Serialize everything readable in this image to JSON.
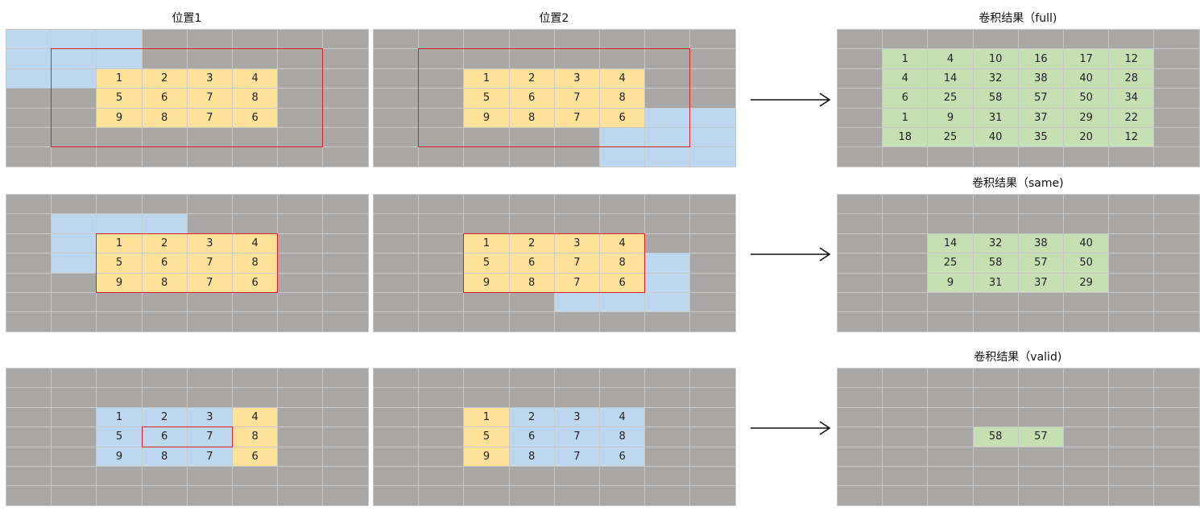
{
  "colors": {
    "background": "#a9a8a6",
    "gridline": "#c9c9c9",
    "input": "#fde198",
    "kernel": "#bdd7ee",
    "output": "#c6e0b4",
    "window": "#e0202a",
    "arrow": "#111111"
  },
  "rows": [
    {
      "panels": [
        {
          "title": "位置1",
          "overlays": [
            {
              "type": "kernel",
              "r0": 0,
              "c0": 0,
              "rows": 3,
              "cols": 3
            },
            {
              "type": "input",
              "r0": 2,
              "c0": 2,
              "values": [
                [
                  1,
                  2,
                  3,
                  4
                ],
                [
                  5,
                  6,
                  7,
                  8
                ],
                [
                  9,
                  8,
                  7,
                  6
                ]
              ]
            }
          ],
          "window": {
            "r0": 1,
            "c0": 1,
            "rows": 5,
            "cols": 6
          }
        },
        {
          "title": "位置2",
          "overlays": [
            {
              "type": "kernel",
              "r0": 4,
              "c0": 5,
              "rows": 3,
              "cols": 3
            },
            {
              "type": "input",
              "r0": 2,
              "c0": 2,
              "values": [
                [
                  1,
                  2,
                  3,
                  4
                ],
                [
                  5,
                  6,
                  7,
                  8
                ],
                [
                  9,
                  8,
                  7,
                  6
                ]
              ]
            }
          ],
          "window": {
            "r0": 1,
            "c0": 1,
            "rows": 5,
            "cols": 6
          }
        },
        {
          "title": "卷积结果（full)",
          "overlays": [
            {
              "type": "output",
              "r0": 1,
              "c0": 1,
              "values": [
                [
                  1,
                  4,
                  10,
                  16,
                  17,
                  12
                ],
                [
                  4,
                  14,
                  32,
                  38,
                  40,
                  28
                ],
                [
                  6,
                  25,
                  58,
                  57,
                  50,
                  34
                ],
                [
                  1,
                  9,
                  31,
                  37,
                  29,
                  22
                ],
                [
                  18,
                  25,
                  40,
                  35,
                  20,
                  12
                ]
              ]
            }
          ]
        }
      ]
    },
    {
      "panels": [
        {
          "title": "",
          "overlays": [
            {
              "type": "kernel",
              "r0": 1,
              "c0": 1,
              "rows": 3,
              "cols": 3
            },
            {
              "type": "input",
              "r0": 2,
              "c0": 2,
              "values": [
                [
                  1,
                  2,
                  3,
                  4
                ],
                [
                  5,
                  6,
                  7,
                  8
                ],
                [
                  9,
                  8,
                  7,
                  6
                ]
              ]
            }
          ],
          "window": {
            "r0": 2,
            "c0": 2,
            "rows": 3,
            "cols": 4
          }
        },
        {
          "title": "",
          "overlays": [
            {
              "type": "kernel",
              "r0": 3,
              "c0": 4,
              "rows": 3,
              "cols": 3
            },
            {
              "type": "input",
              "r0": 2,
              "c0": 2,
              "values": [
                [
                  1,
                  2,
                  3,
                  4
                ],
                [
                  5,
                  6,
                  7,
                  8
                ],
                [
                  9,
                  8,
                  7,
                  6
                ]
              ]
            }
          ],
          "window": {
            "r0": 2,
            "c0": 2,
            "rows": 3,
            "cols": 4
          }
        },
        {
          "title": "卷积结果（same)",
          "overlays": [
            {
              "type": "output",
              "r0": 2,
              "c0": 2,
              "values": [
                [
                  14,
                  32,
                  38,
                  40
                ],
                [
                  25,
                  58,
                  57,
                  50
                ],
                [
                  9,
                  31,
                  37,
                  29
                ]
              ]
            }
          ]
        }
      ]
    },
    {
      "panels": [
        {
          "title": "",
          "overlays": [
            {
              "type": "input",
              "r0": 2,
              "c0": 2,
              "values": [
                [
                  1,
                  2,
                  3,
                  4
                ],
                [
                  5,
                  6,
                  7,
                  8
                ],
                [
                  9,
                  8,
                  7,
                  6
                ]
              ]
            },
            {
              "type": "kernel",
              "r0": 2,
              "c0": 2,
              "rows": 3,
              "cols": 3
            }
          ],
          "window": {
            "r0": 3,
            "c0": 3,
            "rows": 1,
            "cols": 2
          }
        },
        {
          "title": "",
          "overlays": [
            {
              "type": "input",
              "r0": 2,
              "c0": 2,
              "values": [
                [
                  1,
                  2,
                  3,
                  4
                ],
                [
                  5,
                  6,
                  7,
                  8
                ],
                [
                  9,
                  8,
                  7,
                  6
                ]
              ]
            },
            {
              "type": "kernel",
              "r0": 2,
              "c0": 3,
              "rows": 3,
              "cols": 3
            }
          ]
        },
        {
          "title": "卷积结果（valid)",
          "overlays": [
            {
              "type": "output",
              "r0": 3,
              "c0": 3,
              "values": [
                [
                  58,
                  57
                ]
              ]
            }
          ]
        }
      ]
    }
  ]
}
